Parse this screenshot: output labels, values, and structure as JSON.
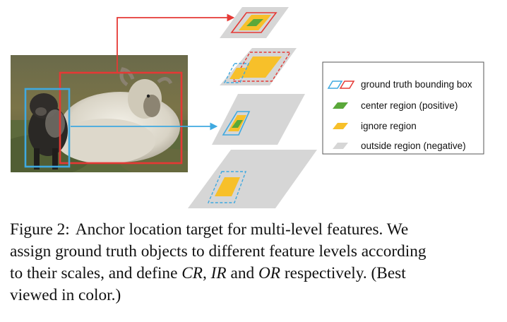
{
  "legend": {
    "items": [
      {
        "label": "ground truth bounding box"
      },
      {
        "label": "center region (positive)"
      },
      {
        "label": "ignore region"
      },
      {
        "label": "outside region (negative)"
      }
    ]
  },
  "colors": {
    "red_box": "#e53935",
    "blue_box": "#3fa9e0",
    "center_green": "#5aa83a",
    "ignore_orange": "#f7c02a",
    "outside_gray": "#d6d6d6"
  },
  "caption": {
    "label": "Figure 2:",
    "line1_text": "Anchor location target for multi-level features.  We",
    "line2": "assign ground truth objects to different feature levels according",
    "line3_pre": "to their scales, and define ",
    "m_cr": "CR",
    "sep1": ", ",
    "m_ir": "IR",
    "mid": " and ",
    "m_or": "OR",
    "line3_post": " respectively.  (Best",
    "line4": "viewed in color.)"
  },
  "photo": {
    "description_icon": "sheep-lamb-photo"
  }
}
